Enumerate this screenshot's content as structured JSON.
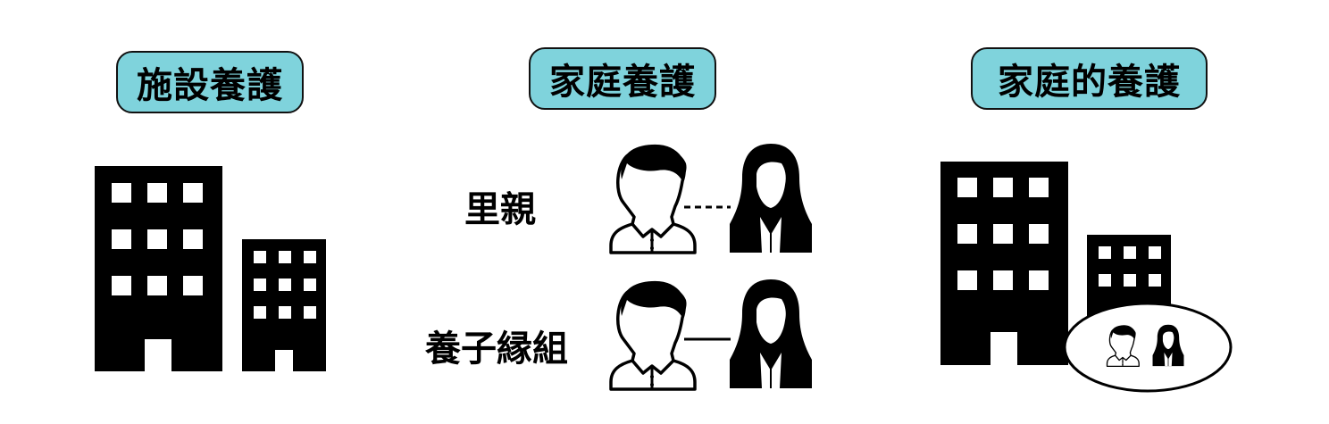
{
  "categories": [
    {
      "title": "施設養護"
    },
    {
      "title": "家庭養護"
    },
    {
      "title": "家庭的養護"
    }
  ],
  "family_types": [
    {
      "label": "里親",
      "link": "dashed"
    },
    {
      "label": "養子縁組",
      "link": "solid"
    }
  ],
  "colors": {
    "pill_fill": "#7fd3dc",
    "ink": "#000000",
    "background": "#ffffff"
  },
  "icons": [
    "building-icon",
    "male-person-icon",
    "female-person-icon"
  ]
}
